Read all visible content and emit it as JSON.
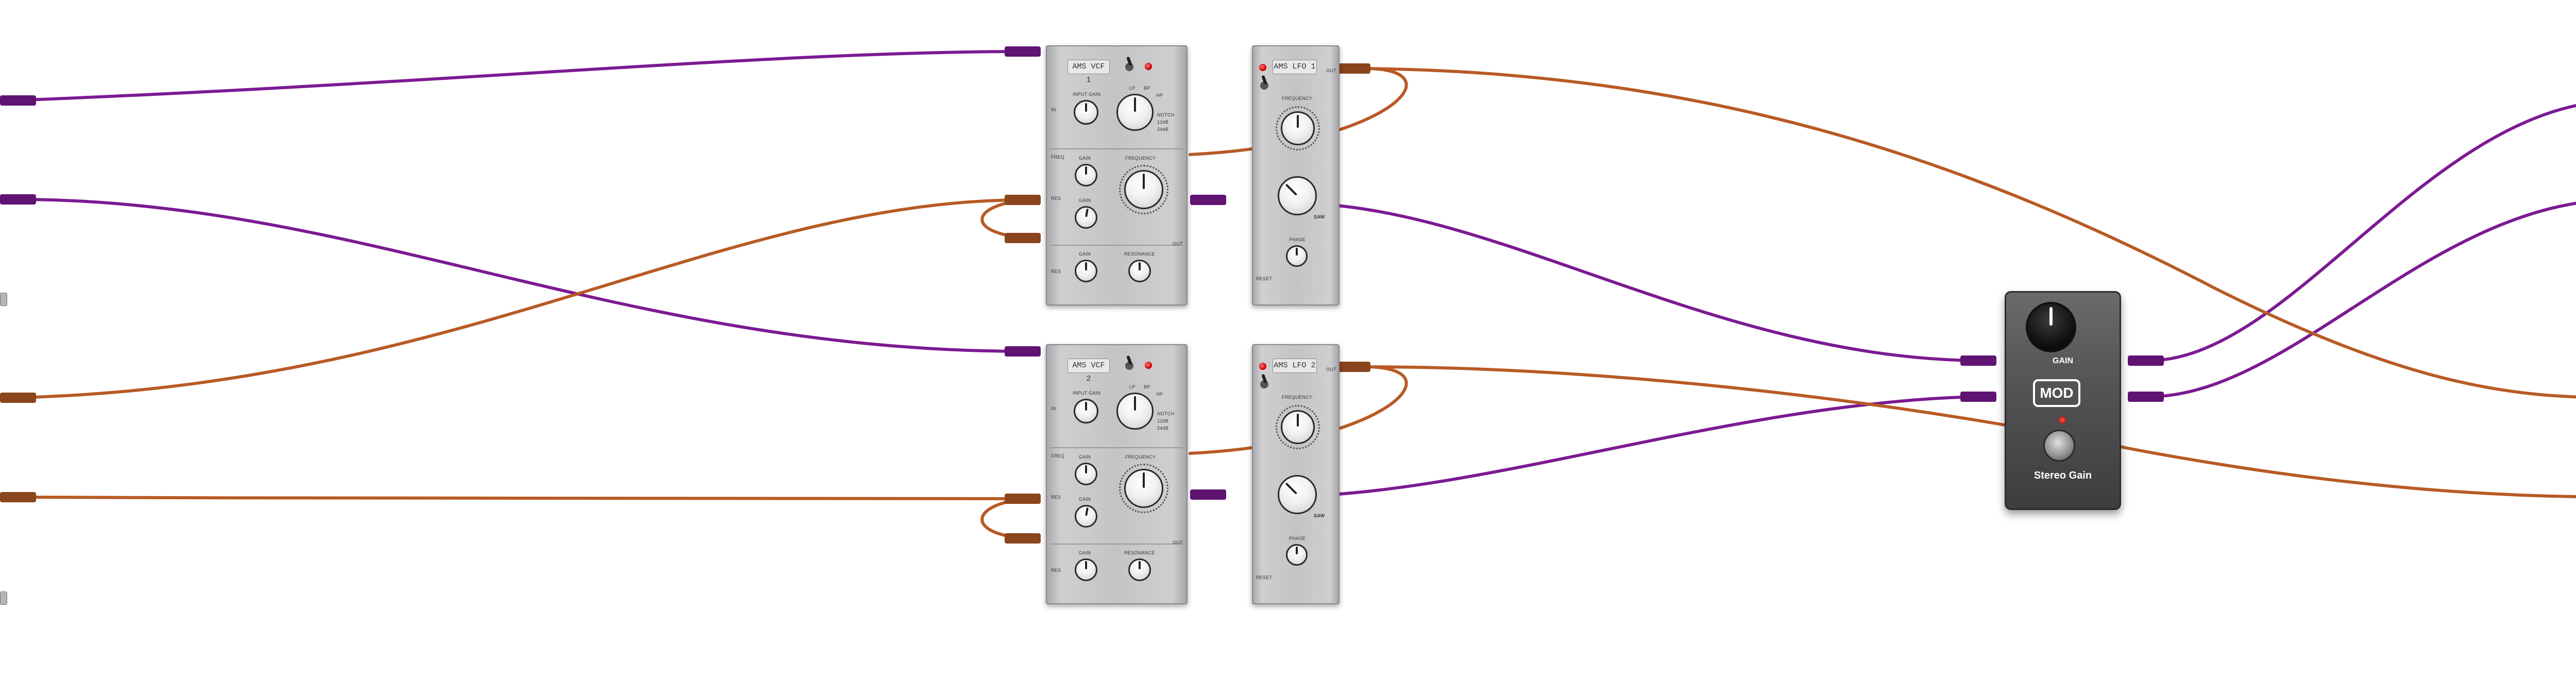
{
  "modules": {
    "vcf1": {
      "title": "AMS VCF 1"
    },
    "vcf2": {
      "title": "AMS VCF 2"
    },
    "lfo1": {
      "title": "AMS LFO 1"
    },
    "lfo2": {
      "title": "AMS LFO 2"
    }
  },
  "vcf_labels": {
    "input_gain": "INPUT GAIN",
    "in": "IN",
    "freq": "FREQ",
    "res": "RES",
    "type_opts": [
      "LP",
      "BP",
      "HP",
      "NOTCH",
      "12dB",
      "24dB"
    ],
    "gain": "GAIN",
    "frequency": "FREQUENCY",
    "resonance": "RESONANCE",
    "out": "OUT"
  },
  "lfo_labels": {
    "out": "OUT",
    "frequency": "FREQUENCY",
    "wave": "SAW",
    "phase": "PHASE",
    "reset": "RESET"
  },
  "pedal": {
    "brand": "MOD",
    "gain_label": "GAIN",
    "name": "Stereo Gain"
  },
  "colors": {
    "cable_purple": "#7c1a92",
    "cable_orange": "#b85a25"
  }
}
